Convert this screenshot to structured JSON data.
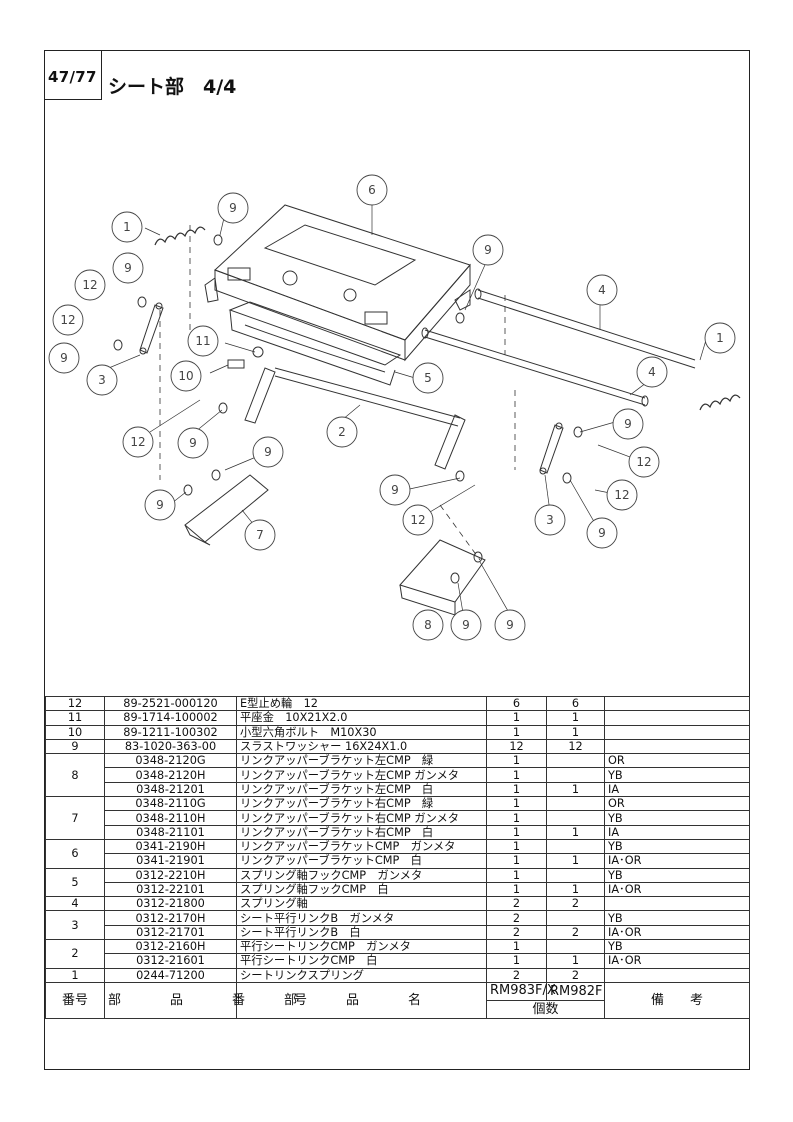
{
  "page": {
    "number": "47/77",
    "title": "シート部　4/4"
  },
  "callouts": {
    "c1a": "1",
    "c1b": "1",
    "c2": "2",
    "c3a": "3",
    "c3b": "3",
    "c4a": "4",
    "c4b": "4",
    "c5": "5",
    "c6": "6",
    "c7": "7",
    "c8": "8",
    "c9a": "9",
    "c9b": "9",
    "c9c": "9",
    "c9d": "9",
    "c9e": "9",
    "c9f": "9",
    "c9g": "9",
    "c9h": "9",
    "c9i": "9",
    "c9j": "9",
    "c9k": "9",
    "c9l": "9",
    "c10": "10",
    "c11": "11",
    "c12a": "12",
    "c12b": "12",
    "c12c": "12",
    "c12d": "12",
    "c12e": "12",
    "c12f": "12"
  },
  "parts": {
    "rows": [
      {
        "no": "12",
        "part": "89-2521-000120",
        "name": "E型止め輪　12",
        "q1": "6",
        "q2": "6",
        "note": ""
      },
      {
        "no": "11",
        "part": "89-1714-100002",
        "name": "平座金　10X21X2.0",
        "q1": "1",
        "q2": "1",
        "note": ""
      },
      {
        "no": "10",
        "part": "89-1211-100302",
        "name": "小型六角ボルト　M10X30",
        "q1": "1",
        "q2": "1",
        "note": ""
      },
      {
        "no": "9",
        "part": "83-1020-363-00",
        "name": "スラストワッシャー 16X24X1.0",
        "q1": "12",
        "q2": "12",
        "note": ""
      },
      {
        "no": "8",
        "part": "0348-2120G",
        "name": "リンクアッパーブラケット左CMP　緑",
        "q1": "1",
        "q2": "",
        "note": "OR"
      },
      {
        "no": "",
        "part": "0348-2120H",
        "name": "リンクアッパーブラケット左CMP ガンメタ",
        "q1": "1",
        "q2": "",
        "note": "YB"
      },
      {
        "no": "",
        "part": "0348-21201",
        "name": "リンクアッパーブラケット左CMP　白",
        "q1": "1",
        "q2": "1",
        "note": "IA"
      },
      {
        "no": "7",
        "part": "0348-2110G",
        "name": "リンクアッパーブラケット右CMP　緑",
        "q1": "1",
        "q2": "",
        "note": "OR"
      },
      {
        "no": "",
        "part": "0348-2110H",
        "name": "リンクアッパーブラケット右CMP ガンメタ",
        "q1": "1",
        "q2": "",
        "note": "YB"
      },
      {
        "no": "",
        "part": "0348-21101",
        "name": "リンクアッパーブラケット右CMP　白",
        "q1": "1",
        "q2": "1",
        "note": "IA"
      },
      {
        "no": "6",
        "part": "0341-2190H",
        "name": "リンクアッパーブラケットCMP　ガンメタ",
        "q1": "1",
        "q2": "",
        "note": "YB"
      },
      {
        "no": "",
        "part": "0341-21901",
        "name": "リンクアッパーブラケットCMP　白",
        "q1": "1",
        "q2": "1",
        "note": "IA･OR"
      },
      {
        "no": "5",
        "part": "0312-2210H",
        "name": "スプリング軸フックCMP　ガンメタ",
        "q1": "1",
        "q2": "",
        "note": "YB"
      },
      {
        "no": "",
        "part": "0312-22101",
        "name": "スプリング軸フックCMP　白",
        "q1": "1",
        "q2": "1",
        "note": "IA･OR"
      },
      {
        "no": "4",
        "part": "0312-21800",
        "name": "スプリング軸",
        "q1": "2",
        "q2": "2",
        "note": ""
      },
      {
        "no": "3",
        "part": "0312-2170H",
        "name": "シート平行リンクB　ガンメタ",
        "q1": "2",
        "q2": "",
        "note": "YB"
      },
      {
        "no": "",
        "part": "0312-21701",
        "name": "シート平行リンクB　白",
        "q1": "2",
        "q2": "2",
        "note": "IA･OR"
      },
      {
        "no": "2",
        "part": "0312-2160H",
        "name": "平行シートリンクCMP　ガンメタ",
        "q1": "1",
        "q2": "",
        "note": "YB"
      },
      {
        "no": "",
        "part": "0312-21601",
        "name": "平行シートリンクCMP　白",
        "q1": "1",
        "q2": "1",
        "note": "IA･OR"
      },
      {
        "no": "1",
        "part": "0244-71200",
        "name": "シートリンクスプリング",
        "q1": "2",
        "q2": "2",
        "note": ""
      }
    ],
    "header": {
      "no": "番号",
      "part": "部　品　番　号",
      "name": "部　品　名",
      "model1": "RM983F/X",
      "model2": "RM982F",
      "qty": "個数",
      "note": "備　　考"
    }
  }
}
